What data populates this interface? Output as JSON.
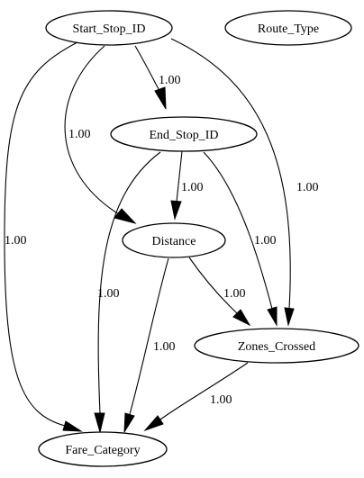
{
  "graph": {
    "type": "directed-graph",
    "nodes": [
      {
        "id": "Start_Stop_ID",
        "label": "Start_Stop_ID"
      },
      {
        "id": "Route_Type",
        "label": "Route_Type"
      },
      {
        "id": "End_Stop_ID",
        "label": "End_Stop_ID"
      },
      {
        "id": "Distance",
        "label": "Distance"
      },
      {
        "id": "Zones_Crossed",
        "label": "Zones_Crossed"
      },
      {
        "id": "Fare_Category",
        "label": "Fare_Category"
      }
    ],
    "edges": [
      {
        "from": "Start_Stop_ID",
        "to": "End_Stop_ID",
        "label": "1.00"
      },
      {
        "from": "Start_Stop_ID",
        "to": "Distance",
        "label": "1.00"
      },
      {
        "from": "Start_Stop_ID",
        "to": "Zones_Crossed",
        "label": "1.00"
      },
      {
        "from": "Start_Stop_ID",
        "to": "Fare_Category",
        "label": "1.00"
      },
      {
        "from": "End_Stop_ID",
        "to": "Distance",
        "label": "1.00"
      },
      {
        "from": "End_Stop_ID",
        "to": "Zones_Crossed",
        "label": "1.00"
      },
      {
        "from": "End_Stop_ID",
        "to": "Fare_Category",
        "label": "1.00"
      },
      {
        "from": "Distance",
        "to": "Zones_Crossed",
        "label": "1.00"
      },
      {
        "from": "Distance",
        "to": "Fare_Category",
        "label": "1.00"
      },
      {
        "from": "Zones_Crossed",
        "to": "Fare_Category",
        "label": "1.00"
      }
    ]
  }
}
